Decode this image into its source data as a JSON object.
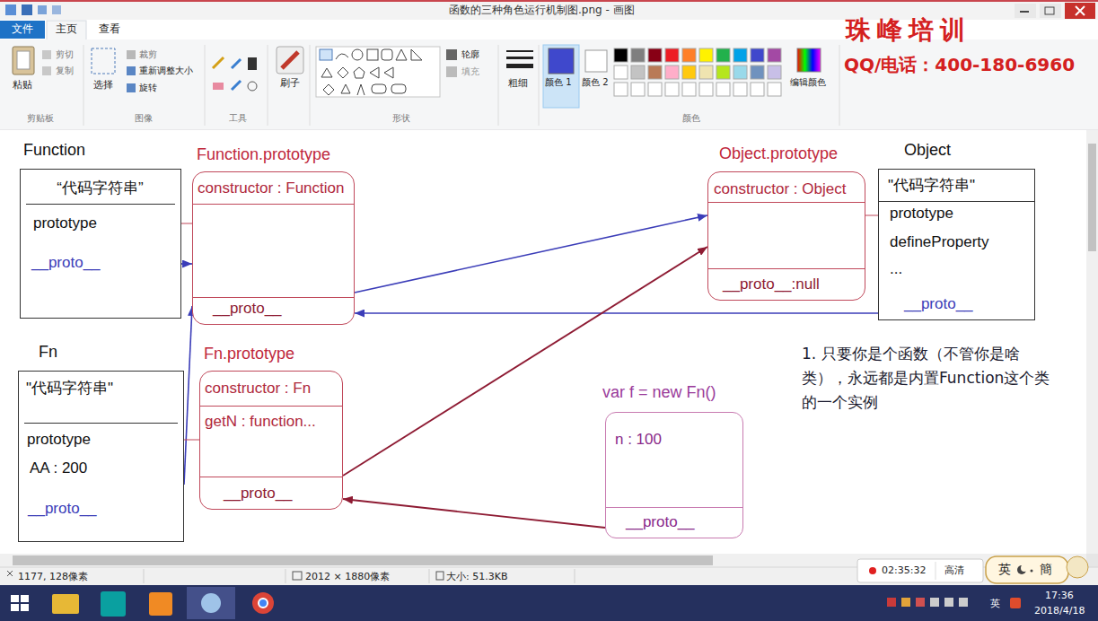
{
  "diagram": {
    "nodes": [
      {
        "text": [
          "Function",
          "“代码字符串”",
          "prototype",
          "__proto__"
        ]
      },
      {
        "text": [
          "Function.prototype",
          "constructor : Function",
          "__proto__"
        ]
      },
      {
        "text": [
          "Object.prototype",
          "constructor : Object",
          "__proto__:null"
        ]
      },
      {
        "text": [
          "Object",
          "\"代码字符串\"",
          "prototype",
          "defineProperty",
          "...",
          "__proto__"
        ]
      },
      {
        "text": [
          "Fn",
          "\"代码字符串\"",
          "prototype",
          "AA : 200",
          "__proto__"
        ]
      },
      {
        "text": [
          "Fn.prototype",
          "constructor : Fn",
          "getN : function...",
          "__proto__"
        ]
      },
      {
        "text": [
          "var f = new Fn()",
          "n : 100",
          "__proto__"
        ]
      }
    ],
    "edges": [
      {
        "from": 0,
        "to": 1,
        "arrow": "to"
      },
      {
        "from": 0,
        "to": 1,
        "arrow": "none"
      },
      {
        "from": 1,
        "to": 2,
        "arrow": "to"
      },
      {
        "from": 3,
        "to": 2,
        "arrow": "none"
      },
      {
        "from": 3,
        "to": 1,
        "arrow": "to"
      },
      {
        "from": 4,
        "to": 1,
        "arrow": "to"
      },
      {
        "from": 4,
        "to": 5,
        "arrow": "none"
      },
      {
        "from": 5,
        "to": 2,
        "arrow": "to"
      },
      {
        "from": 6,
        "to": 5,
        "arrow": "to"
      }
    ],
    "labels": [
      "函数的三种角色运行机制图.png - 画图",
      "文件",
      "主页",
      "查看",
      "粘贴",
      "剪切",
      "复制",
      "选择",
      "裁剪",
      "重新调整大小",
      "旋转",
      "剪贴板",
      "图像",
      "工具",
      "刷子",
      "轮廓",
      "填充",
      "形状",
      "粗细",
      "颜色 1",
      "颜色 2",
      "颜色",
      "编辑颜色",
      "珠 峰 培 训",
      "QQ/电话：400-180-6960",
      "1. 只要你是个函数（不管你是啥类），永远都是内置Function这个类的一个实例",
      "1177, 128像素",
      "2012 × 1880像素",
      "大小: 51.3KB",
      "02:35:32",
      "高清",
      "英",
      "簡",
      "17:36",
      "2018/4/18",
      "英"
    ]
  }
}
